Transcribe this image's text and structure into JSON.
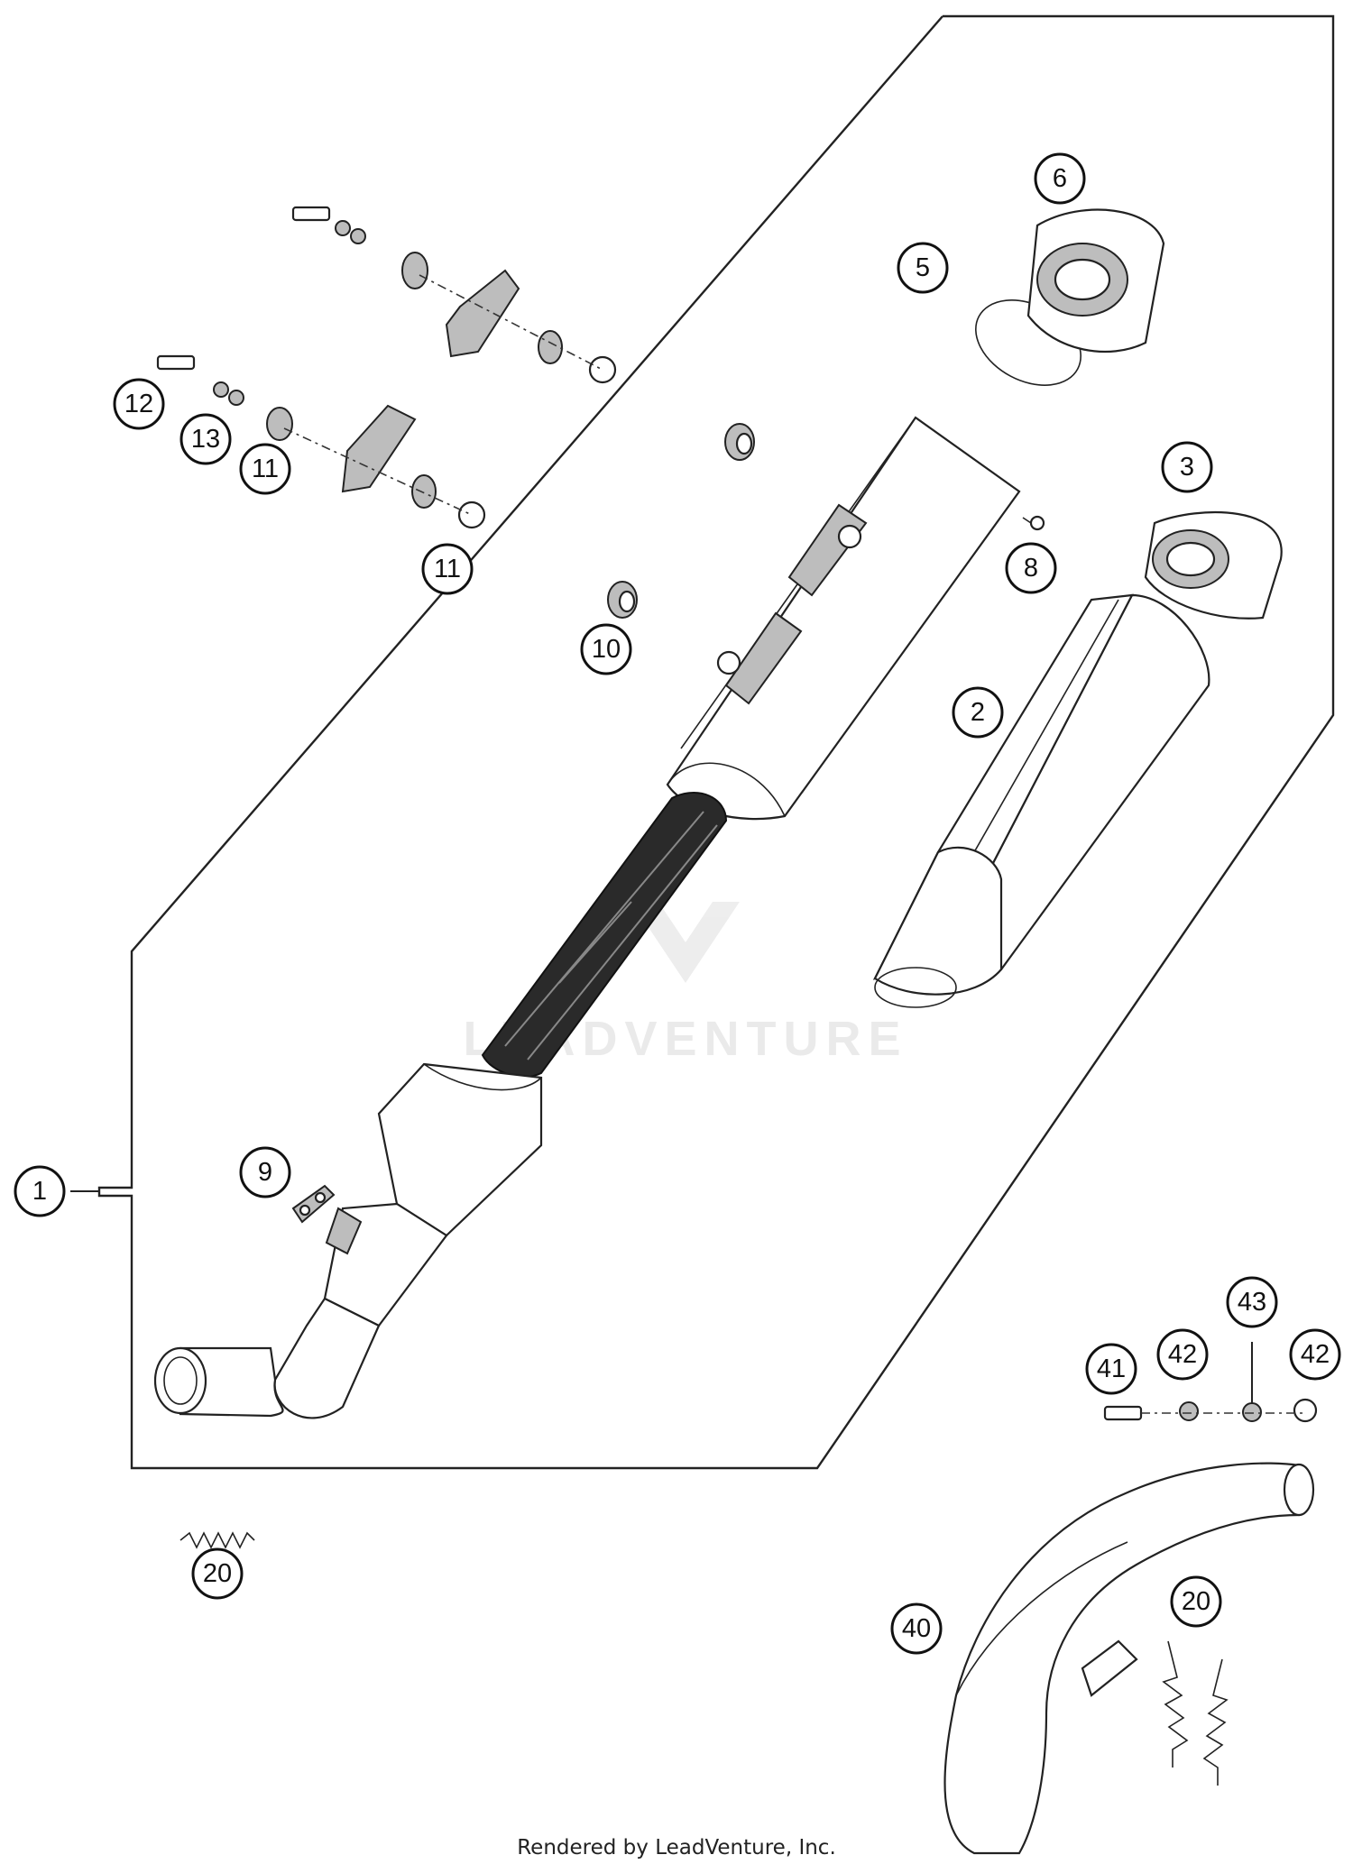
{
  "callouts": [
    {
      "label": "1"
    },
    {
      "label": "2"
    },
    {
      "label": "3"
    },
    {
      "label": "5"
    },
    {
      "label": "6"
    },
    {
      "label": "8"
    },
    {
      "label": "9"
    },
    {
      "label": "10"
    },
    {
      "label": "11"
    },
    {
      "label": "11"
    },
    {
      "label": "12"
    },
    {
      "label": "13"
    },
    {
      "label": "20"
    },
    {
      "label": "20"
    },
    {
      "label": "40"
    },
    {
      "label": "41"
    },
    {
      "label": "42"
    },
    {
      "label": "43"
    },
    {
      "label": "42"
    }
  ],
  "watermark": "LEADVENTURE",
  "footer": "Rendered by LeadVenture, Inc.",
  "colors": {
    "line": "#222222",
    "mesh": "#2a2a2a",
    "rubber": "#bdbdbd",
    "background": "#ffffff"
  }
}
